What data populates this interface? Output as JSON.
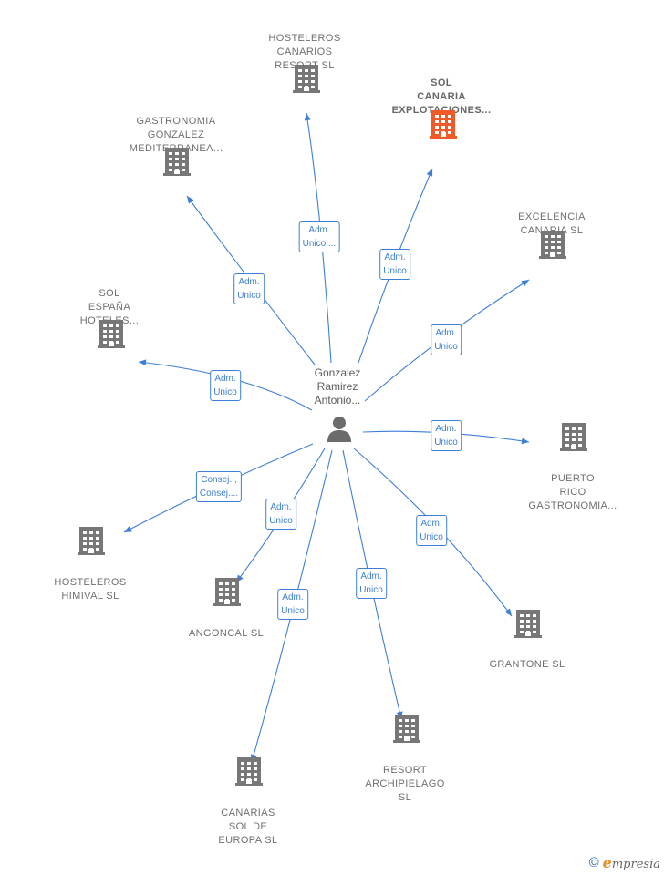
{
  "center": {
    "name_lines": [
      "Gonzalez",
      "Ramirez",
      "Antonio..."
    ],
    "icon": "person-icon"
  },
  "nodes": [
    {
      "id": "hosteleros-canarios",
      "lines": [
        "HOSTELEROS",
        "CANARIOS",
        "RESORT  SL"
      ],
      "color": "#777777",
      "highlight": false,
      "edge_label": [
        "Adm.",
        "Unico,..."
      ]
    },
    {
      "id": "sol-canaria",
      "lines": [
        "SOL",
        "CANARIA",
        "EXPLOTACIONES..."
      ],
      "color": "#f05a28",
      "highlight": true,
      "edge_label": [
        "Adm.",
        "Unico"
      ]
    },
    {
      "id": "gastronomia-gonzalez",
      "lines": [
        "GASTRONOMIA",
        "GONZALEZ",
        "MEDITERRANEA..."
      ],
      "color": "#777777",
      "highlight": false,
      "edge_label": [
        "Adm.",
        "Unico"
      ]
    },
    {
      "id": "excelencia-canaria",
      "lines": [
        "EXCELENCIA",
        "CANARIA  SL"
      ],
      "color": "#777777",
      "highlight": false,
      "edge_label": [
        "Adm.",
        "Unico"
      ]
    },
    {
      "id": "sol-espana",
      "lines": [
        "SOL",
        "ESPAÑA",
        "HOTELES..."
      ],
      "color": "#777777",
      "highlight": false,
      "edge_label": [
        "Adm.",
        "Unico"
      ]
    },
    {
      "id": "puerto-rico",
      "lines": [
        "PUERTO",
        "RICO",
        "GASTRONOMIA..."
      ],
      "color": "#777777",
      "highlight": false,
      "edge_label": [
        "Adm.",
        "Unico"
      ]
    },
    {
      "id": "hosteleros-himival",
      "lines": [
        "HOSTELEROS",
        "HIMIVAL SL"
      ],
      "color": "#777777",
      "highlight": false,
      "edge_label": [
        "Consej. ,",
        "Consej...."
      ]
    },
    {
      "id": "angoncal",
      "lines": [
        "ANGONCAL  SL"
      ],
      "color": "#777777",
      "highlight": false,
      "edge_label": [
        "Adm.",
        "Unico"
      ]
    },
    {
      "id": "grantone",
      "lines": [
        "GRANTONE  SL"
      ],
      "color": "#777777",
      "highlight": false,
      "edge_label": [
        "Adm.",
        "Unico"
      ]
    },
    {
      "id": "resort-archipielago",
      "lines": [
        "RESORT",
        "ARCHIPIELAGO",
        "SL"
      ],
      "color": "#777777",
      "highlight": false,
      "edge_label": [
        "Adm.",
        "Unico"
      ]
    },
    {
      "id": "canarias-sol-europa",
      "lines": [
        "CANARIAS",
        "SOL DE",
        "EUROPA  SL"
      ],
      "color": "#777777",
      "highlight": false,
      "edge_label": [
        "Adm.",
        "Unico"
      ]
    }
  ],
  "footer": {
    "copyright_symbol": "©",
    "brand_initial": "e",
    "brand_rest": "mpresia"
  },
  "colors": {
    "edge": "#3d7fd6",
    "node_default": "#777777",
    "node_highlight": "#f05a28"
  }
}
